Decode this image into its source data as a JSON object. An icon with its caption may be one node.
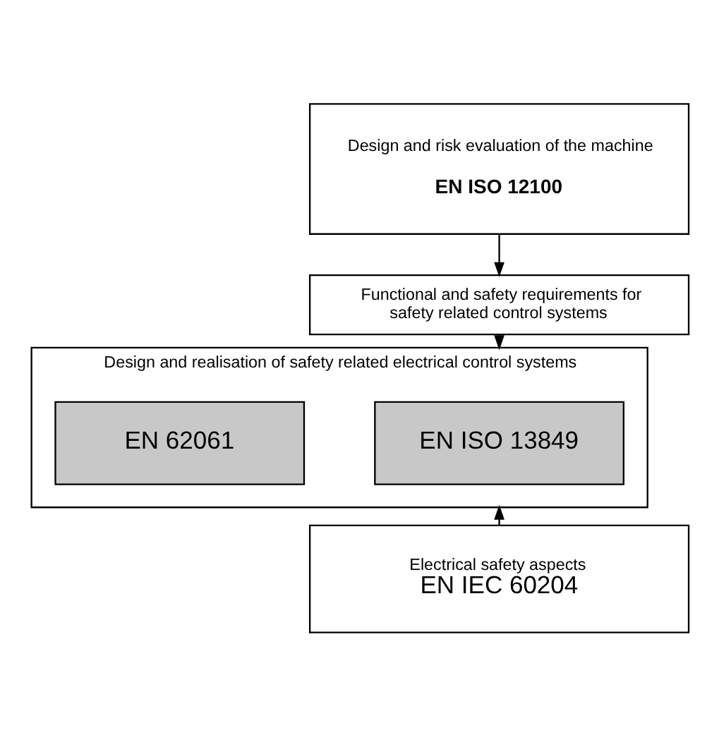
{
  "diagram": {
    "nodes": [
      {
        "text": [
          "Design and risk evaluation of the machine",
          "EN ISO 12100"
        ]
      },
      {
        "text": [
          "Functional and safety requirements for safety related control systems"
        ]
      },
      {
        "text": [
          "Design and realisation of safety related electrical control systems"
        ]
      },
      {
        "text": [
          "EN ISO 13849"
        ],
        "in": 2
      },
      {
        "text": [
          "EN 62061"
        ],
        "in": 2
      },
      {
        "text": [
          "Electrical safety aspects",
          "EN IEC 60204"
        ]
      }
    ],
    "edges": [
      {
        "from": 0,
        "to": 1,
        "arrow": "to"
      },
      {
        "from": 1,
        "to": 2,
        "arrow": "to"
      },
      {
        "from": 5,
        "to": 2,
        "arrow": "to"
      }
    ]
  }
}
